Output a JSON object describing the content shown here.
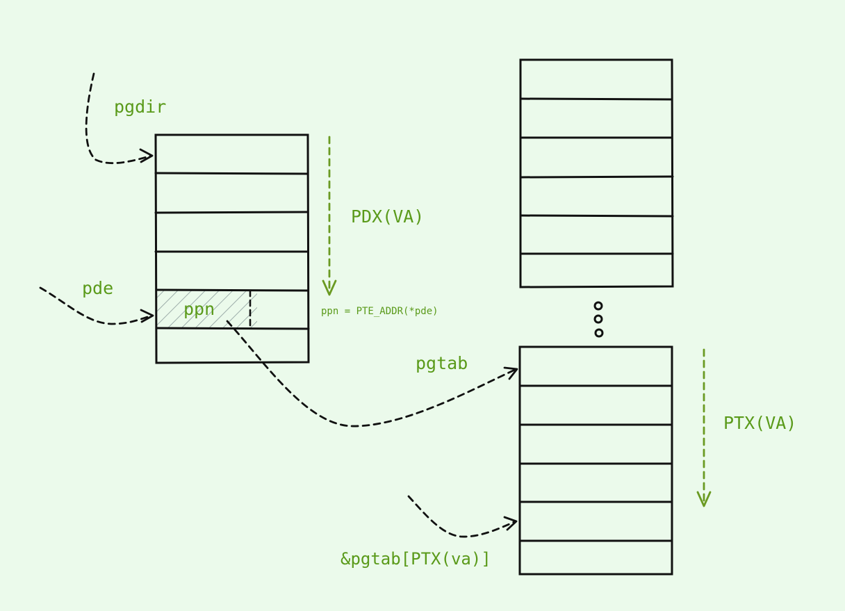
{
  "colors": {
    "background": "#ebfaeb",
    "ink": "#111111",
    "label": "#5a9a1a",
    "index_arrow": "#6a9a22",
    "hatch": "#8a9a9a"
  },
  "labels": {
    "pgdir": "pgdir",
    "pde": "pde",
    "ppn": "ppn",
    "pdx": "PDX(VA)",
    "ppn_formula": "ppn = PTE_ADDR(*pde)",
    "pgtab": "pgtab",
    "ptx": "PTX(VA)",
    "pte": "&pgtab[PTX(va)]"
  },
  "tables": {
    "page_directory": {
      "rows": 6,
      "selected_row": 5
    },
    "page_table_upper": {
      "rows": 6
    },
    "page_table_lower": {
      "rows": 6,
      "selected_row": 5
    }
  },
  "ellipsis_dots": 3
}
